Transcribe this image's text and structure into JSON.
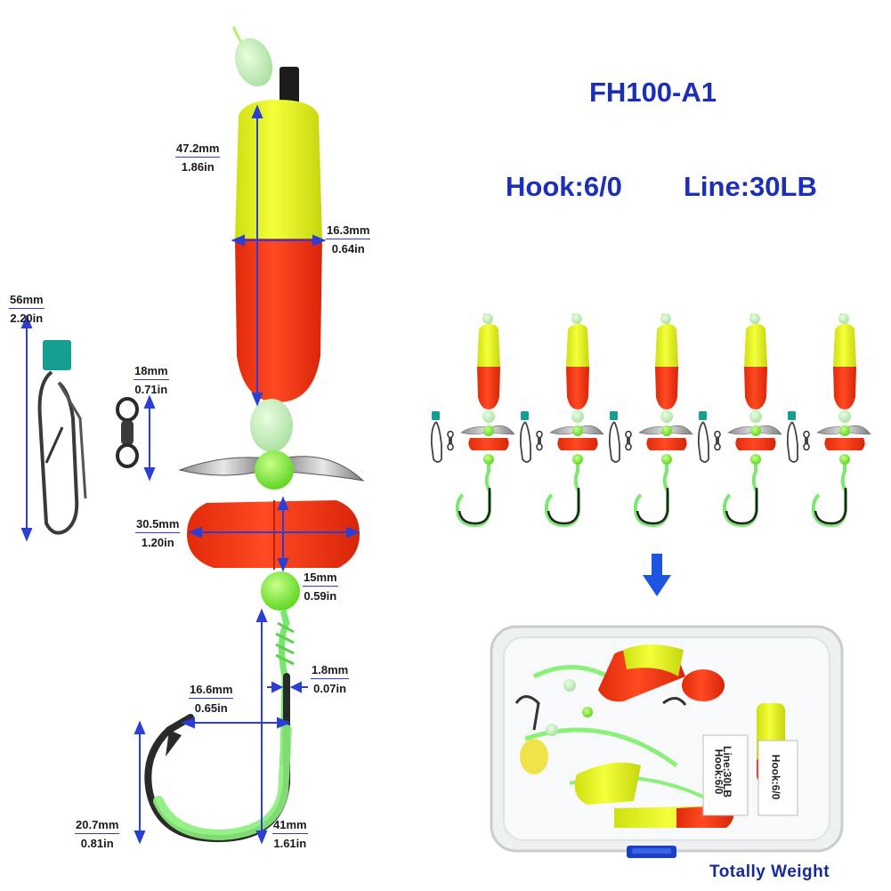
{
  "product": {
    "model": "FH100-A1",
    "hook_spec": "Hook:6/0",
    "line_spec": "Line:30LB",
    "footer": "Totally Weight"
  },
  "dimensions": [
    {
      "id": "float-length",
      "mm": "47.2mm",
      "in": "1.86in"
    },
    {
      "id": "float-diameter",
      "mm": "16.3mm",
      "in": "0.64in"
    },
    {
      "id": "snap-length",
      "mm": "56mm",
      "in": "2.20in"
    },
    {
      "id": "swivel-length",
      "mm": "18mm",
      "in": "0.71in"
    },
    {
      "id": "bead-width",
      "mm": "30.5mm",
      "in": "1.20in"
    },
    {
      "id": "bead-height",
      "mm": "15mm",
      "in": "0.59in"
    },
    {
      "id": "hook-gap",
      "mm": "16.6mm",
      "in": "0.65in"
    },
    {
      "id": "wire-diameter",
      "mm": "1.8mm",
      "in": "0.07in"
    },
    {
      "id": "hook-bend",
      "mm": "20.7mm",
      "in": "0.81in"
    },
    {
      "id": "hook-length",
      "mm": "41mm",
      "in": "1.61in"
    }
  ],
  "box_labels": [
    "Hook:6/0",
    "Line:30LB",
    "Hook:6/0"
  ],
  "colors": {
    "heading": "#1b2fb8",
    "dimension_line": "#2b3fd6",
    "float_yellow": "#e6f21f",
    "float_orange": "#ff3b16",
    "glow_bead": "#c9f0b8",
    "green_bead": "#7ef23a",
    "hook_line": "#72e66a",
    "arrow": "#1d55e0"
  },
  "icons": {
    "down_arrow": "arrow-down-icon"
  }
}
